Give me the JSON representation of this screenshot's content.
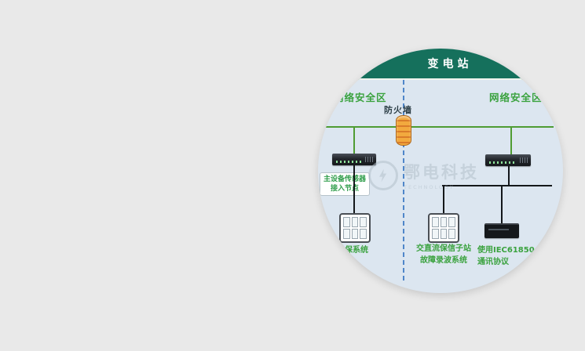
{
  "scene": {
    "header": {
      "title": "变电站"
    },
    "zones": {
      "left": "网络安全区",
      "right": "网络安全区"
    },
    "firewall": {
      "label": "防火墙"
    },
    "access_node": {
      "line1": "主设备传感器",
      "line2": "接入节点"
    },
    "captions": {
      "left_system": "保系统",
      "mid_line1": "交直流保信子站",
      "mid_line2": "故障录波系统",
      "right_line1": "使用IEC61850",
      "right_line2": "通讯协议"
    },
    "watermark": {
      "brand": "鄂电科技",
      "subtitle": "TECHNOLOGY"
    },
    "colors": {
      "page_bg": "#e9e9e9",
      "canvas_blue": "#dce6f0",
      "header_bg": "#15705c",
      "zone_green": "#3aa23e",
      "bus_green": "#4f9c33",
      "dashed_blue": "#4f86c9",
      "firewall_orange": "#e8932f"
    }
  }
}
